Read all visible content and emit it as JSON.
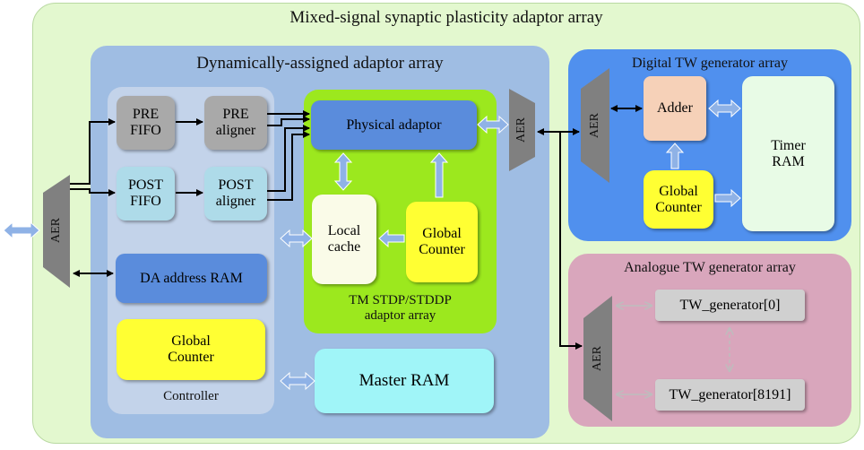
{
  "title": "Mixed-signal synaptic plasticity adaptor array",
  "da_array": {
    "title": "Dynamically-assigned adaptor array",
    "controller": {
      "label": "Controller",
      "pre_fifo": "PRE\nFIFO",
      "pre_aligner": "PRE\naligner",
      "post_fifo": "POST\nFIFO",
      "post_aligner": "POST\naligner",
      "da_address_ram": "DA address RAM",
      "global_counter": "Global\nCounter"
    },
    "tm_array": {
      "label": "TM STDP/STDDP\nadaptor array",
      "physical_adaptor": "Physical adaptor",
      "local_cache": "Local\ncache",
      "global_counter": "Global\nCounter"
    },
    "master_ram": "Master RAM"
  },
  "aer": {
    "left": "AER",
    "middle": "AER",
    "digital": "AER",
    "analogue": "AER"
  },
  "digital": {
    "title": "Digital TW generator array",
    "adder": "Adder",
    "timer_ram": "Timer\nRAM",
    "global_counter": "Global\nCounter"
  },
  "analogue": {
    "title": "Analogue TW generator array",
    "tw_first": "TW_generator[0]",
    "tw_last": "TW_generator[8191]"
  },
  "colors": {
    "outer_bg": "#e3f8cf",
    "da_array_bg": "#9fbde3",
    "controller_bg": "#c3d3ea",
    "tm_bg": "#9ce81e",
    "digital_bg": "#5090ee",
    "analogue_bg": "#d9a6bc",
    "aer_trapezoid": "#808080",
    "fat_arrow": "#8fb2e6"
  }
}
